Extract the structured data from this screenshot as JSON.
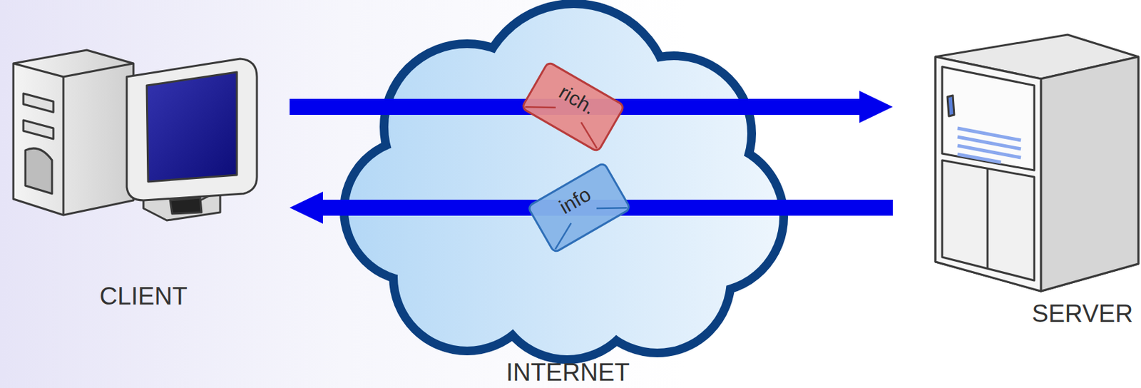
{
  "diagram": {
    "nodes": [
      {
        "text": [
          "CLIENT"
        ]
      },
      {
        "text": [
          "INTERNET"
        ]
      },
      {
        "text": [
          "SERVER"
        ]
      }
    ],
    "edges": [
      {
        "from": 0,
        "to": 2,
        "arrow": "to",
        "label": "rich."
      },
      {
        "from": 2,
        "to": 0,
        "arrow": "to",
        "label": "info"
      }
    ]
  }
}
